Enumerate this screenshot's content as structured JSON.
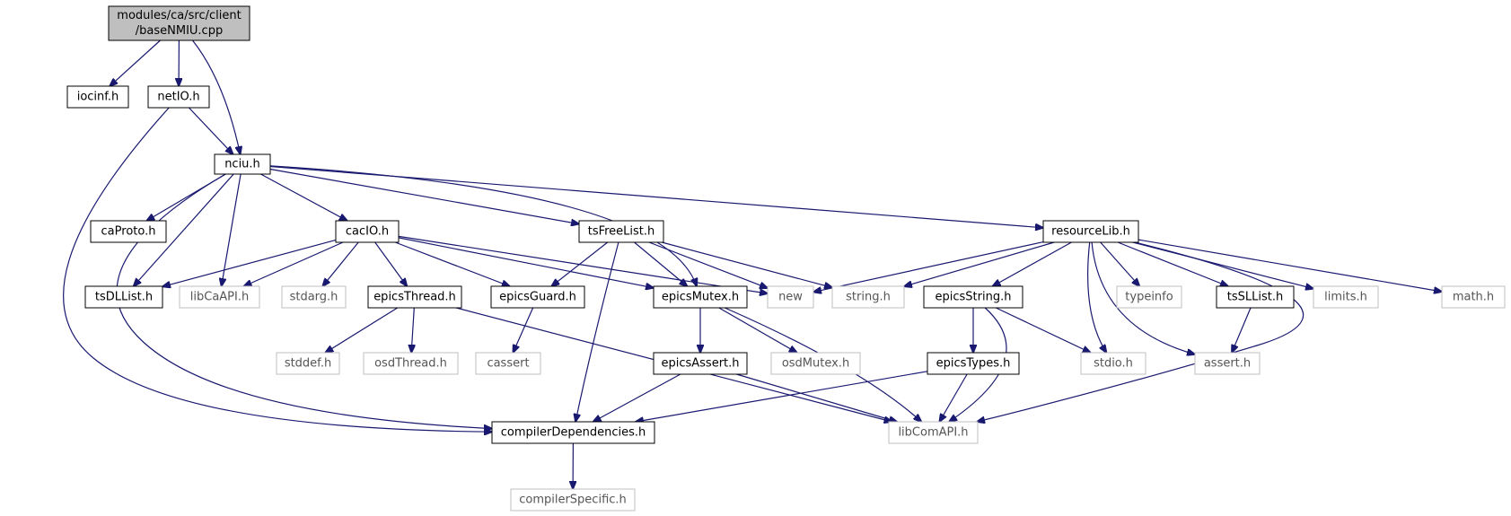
{
  "colors": {
    "edge": "#191970",
    "root_fill": "#bfbfbf",
    "node_border": "#000000",
    "external_border": "#bfbfbf",
    "background": "#ffffff"
  },
  "nodes": [
    {
      "id": "root",
      "lines": [
        "modules/ca/src/client",
        "/baseNMIU.cpp"
      ],
      "kind": "root"
    },
    {
      "id": "iocinf",
      "lines": [
        "iocinf.h"
      ],
      "kind": "doc"
    },
    {
      "id": "netIO",
      "lines": [
        "netIO.h"
      ],
      "kind": "doc"
    },
    {
      "id": "nciu",
      "lines": [
        "nciu.h"
      ],
      "kind": "doc"
    },
    {
      "id": "caProto",
      "lines": [
        "caProto.h"
      ],
      "kind": "doc"
    },
    {
      "id": "cacIO",
      "lines": [
        "cacIO.h"
      ],
      "kind": "doc"
    },
    {
      "id": "tsFreeList",
      "lines": [
        "tsFreeList.h"
      ],
      "kind": "doc"
    },
    {
      "id": "resourceLib",
      "lines": [
        "resourceLib.h"
      ],
      "kind": "doc"
    },
    {
      "id": "tsDLList",
      "lines": [
        "tsDLList.h"
      ],
      "kind": "doc"
    },
    {
      "id": "libCaAPI",
      "lines": [
        "libCaAPI.h"
      ],
      "kind": "ext"
    },
    {
      "id": "stdarg",
      "lines": [
        "stdarg.h"
      ],
      "kind": "ext"
    },
    {
      "id": "epicsThread",
      "lines": [
        "epicsThread.h"
      ],
      "kind": "doc"
    },
    {
      "id": "epicsGuard",
      "lines": [
        "epicsGuard.h"
      ],
      "kind": "doc"
    },
    {
      "id": "epicsMutex",
      "lines": [
        "epicsMutex.h"
      ],
      "kind": "doc"
    },
    {
      "id": "new",
      "lines": [
        "new"
      ],
      "kind": "ext"
    },
    {
      "id": "string",
      "lines": [
        "string.h"
      ],
      "kind": "ext"
    },
    {
      "id": "epicsString",
      "lines": [
        "epicsString.h"
      ],
      "kind": "doc"
    },
    {
      "id": "typeinfo",
      "lines": [
        "typeinfo"
      ],
      "kind": "ext"
    },
    {
      "id": "tsSLList",
      "lines": [
        "tsSLList.h"
      ],
      "kind": "doc"
    },
    {
      "id": "limits",
      "lines": [
        "limits.h"
      ],
      "kind": "ext"
    },
    {
      "id": "math",
      "lines": [
        "math.h"
      ],
      "kind": "ext"
    },
    {
      "id": "stddef",
      "lines": [
        "stddef.h"
      ],
      "kind": "ext"
    },
    {
      "id": "osdThread",
      "lines": [
        "osdThread.h"
      ],
      "kind": "ext"
    },
    {
      "id": "cassert",
      "lines": [
        "cassert"
      ],
      "kind": "ext"
    },
    {
      "id": "epicsAssert",
      "lines": [
        "epicsAssert.h"
      ],
      "kind": "doc"
    },
    {
      "id": "osdMutex",
      "lines": [
        "osdMutex.h"
      ],
      "kind": "ext"
    },
    {
      "id": "epicsTypes",
      "lines": [
        "epicsTypes.h"
      ],
      "kind": "doc"
    },
    {
      "id": "stdio",
      "lines": [
        "stdio.h"
      ],
      "kind": "ext"
    },
    {
      "id": "assert",
      "lines": [
        "assert.h"
      ],
      "kind": "ext"
    },
    {
      "id": "compilerDependencies",
      "lines": [
        "compilerDependencies.h"
      ],
      "kind": "doc"
    },
    {
      "id": "libComAPI",
      "lines": [
        "libComAPI.h"
      ],
      "kind": "ext"
    },
    {
      "id": "compilerSpecific",
      "lines": [
        "compilerSpecific.h"
      ],
      "kind": "ext"
    }
  ],
  "edges": [
    [
      "root",
      "iocinf"
    ],
    [
      "root",
      "netIO"
    ],
    [
      "root",
      "nciu"
    ],
    [
      "netIO",
      "nciu"
    ],
    [
      "netIO",
      "compilerDependencies"
    ],
    [
      "nciu",
      "caProto"
    ],
    [
      "nciu",
      "cacIO"
    ],
    [
      "nciu",
      "tsFreeList"
    ],
    [
      "nciu",
      "resourceLib"
    ],
    [
      "nciu",
      "tsDLList"
    ],
    [
      "nciu",
      "libCaAPI"
    ],
    [
      "nciu",
      "epicsMutex"
    ],
    [
      "nciu",
      "compilerDependencies"
    ],
    [
      "cacIO",
      "tsDLList"
    ],
    [
      "cacIO",
      "libCaAPI"
    ],
    [
      "cacIO",
      "stdarg"
    ],
    [
      "cacIO",
      "epicsThread"
    ],
    [
      "cacIO",
      "epicsGuard"
    ],
    [
      "cacIO",
      "epicsMutex"
    ],
    [
      "cacIO",
      "new"
    ],
    [
      "tsFreeList",
      "epicsGuard"
    ],
    [
      "tsFreeList",
      "epicsMutex"
    ],
    [
      "tsFreeList",
      "new"
    ],
    [
      "tsFreeList",
      "string"
    ],
    [
      "tsFreeList",
      "compilerDependencies"
    ],
    [
      "resourceLib",
      "new"
    ],
    [
      "resourceLib",
      "string"
    ],
    [
      "resourceLib",
      "epicsString"
    ],
    [
      "resourceLib",
      "typeinfo"
    ],
    [
      "resourceLib",
      "tsSLList"
    ],
    [
      "resourceLib",
      "limits"
    ],
    [
      "resourceLib",
      "math"
    ],
    [
      "resourceLib",
      "stdio"
    ],
    [
      "resourceLib",
      "assert"
    ],
    [
      "resourceLib",
      "libComAPI"
    ],
    [
      "epicsThread",
      "stddef"
    ],
    [
      "epicsThread",
      "osdThread"
    ],
    [
      "epicsThread",
      "libComAPI"
    ],
    [
      "epicsGuard",
      "cassert"
    ],
    [
      "epicsMutex",
      "epicsAssert"
    ],
    [
      "epicsMutex",
      "osdMutex"
    ],
    [
      "epicsMutex",
      "libComAPI"
    ],
    [
      "epicsString",
      "epicsTypes"
    ],
    [
      "epicsString",
      "stdio"
    ],
    [
      "epicsString",
      "libComAPI"
    ],
    [
      "tsSLList",
      "assert"
    ],
    [
      "epicsAssert",
      "compilerDependencies"
    ],
    [
      "epicsAssert",
      "libComAPI"
    ],
    [
      "epicsTypes",
      "compilerDependencies"
    ],
    [
      "epicsTypes",
      "libComAPI"
    ],
    [
      "compilerDependencies",
      "compilerSpecific"
    ]
  ]
}
